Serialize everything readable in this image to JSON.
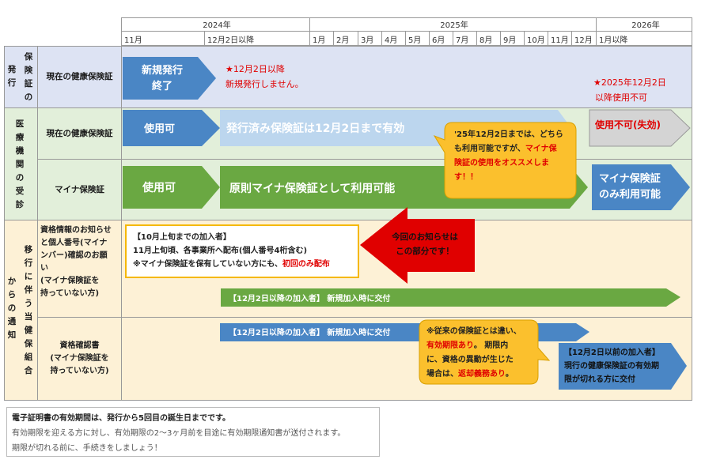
{
  "timeline": {
    "years": [
      "2024年",
      "2025年",
      "2026年"
    ],
    "months": [
      "11月",
      "12月2日以降",
      "1月",
      "2月",
      "3月",
      "4月",
      "5月",
      "6月",
      "7月",
      "8月",
      "9月",
      "10月",
      "11月",
      "12月",
      "1月以降"
    ]
  },
  "sections": {
    "issuance": {
      "label": [
        "保",
        "険",
        "証",
        "の"
      ],
      "label_side": [
        "発",
        "行"
      ],
      "row": "現在の健康保険証"
    },
    "reception": {
      "label": [
        "医",
        "療",
        "機",
        "関",
        "の",
        "受",
        "診"
      ],
      "rows": [
        "現在の健康保険証",
        "マイナ保険証"
      ]
    },
    "notice": {
      "label_left": [
        "か",
        "ら",
        "の",
        "通",
        "知"
      ],
      "label_right": [
        "移",
        "行",
        "に",
        "伴",
        "う",
        "当",
        "健",
        "保",
        "組",
        "合"
      ],
      "rows": [
        {
          "lines": [
            "資格情報のお知らせ",
            "と個人番号(マイナ",
            "ンバー)確認のお願",
            "い",
            "(マイナ保険証を",
            "持っていない方)"
          ]
        },
        {
          "lines": [
            "資格確認書",
            "(マイナ保険証を",
            "持っていない方)"
          ]
        }
      ]
    }
  },
  "arrows": {
    "issue_end": [
      "新規発行",
      "終了"
    ],
    "issue_note": [
      "★12月2日以降",
      "新規発行しません。"
    ],
    "issue_2025": [
      "★2025年12月2日",
      "以降使用不可"
    ],
    "current_ok": "使用可",
    "current_valid": "発行済み保険証は12月2日まで有効",
    "current_invalid": "使用不可(失効)",
    "myna_ok": "使用可",
    "myna_principle": "原則マイナ保険証として利用可能",
    "myna_only": [
      "マイナ保険証",
      "のみ利用可能"
    ],
    "info_after": "【12月2日以降の加入者】 新規加入時に交付",
    "cert_after": "【12月2日以降の加入者】 新規加入時に交付",
    "cert_before": [
      "【12月2日以前の加入者】",
      "現行の健康保険証の有効期",
      "限が切れる方に交付"
    ],
    "this_notice": [
      "今回のお知らせは",
      "この部分です！"
    ]
  },
  "callouts": {
    "yellow_box": {
      "segments": [
        {
          "text": "'25年12月2日までは、どちら",
          "red": false
        },
        {
          "text": "も利用可能ですが、",
          "red": false
        },
        {
          "text": "マイナ保",
          "red": true
        },
        {
          "text": "険証の使用をオススメしま",
          "red": true
        },
        {
          "text": "す！！",
          "red": true
        }
      ]
    },
    "distribution": {
      "title": "【10月上旬までの加入者】",
      "line1": "11月上旬頃、各事業所へ配布(個人番号4桁含む)",
      "line2": "※マイナ保険証を保有していない方にも、",
      "line2_red": "初回のみ配布"
    },
    "cert_note": {
      "l1": "※従来の保険証とは違い、",
      "l2_red": "有効期限あり",
      "l2": "。 期限内",
      "l3": "に、資格の異動が生じた",
      "l4": "場合は、",
      "l4_red": "返却義務あり",
      "l4_end": "。"
    }
  },
  "footer": {
    "title": "電子証明書の有効期間は、発行から5回目の誕生日までです。",
    "line1": "有効期限を迎える方に対し、有効期限の2～3ヶ月前を目途に有効期限通知書が送付されます。",
    "line2": "期限が切れる前に、手続きをしましょう！"
  },
  "colors": {
    "blue": "#4a86c5",
    "light_blue": "#bcd6ee",
    "green": "#6aa842",
    "gray": "#d4d4d4",
    "red": "#e00000",
    "yellow": "#fbc02d",
    "bg_lavender": "#dde3f3",
    "bg_green": "#e2efda",
    "bg_cream": "#fdf1d6"
  }
}
